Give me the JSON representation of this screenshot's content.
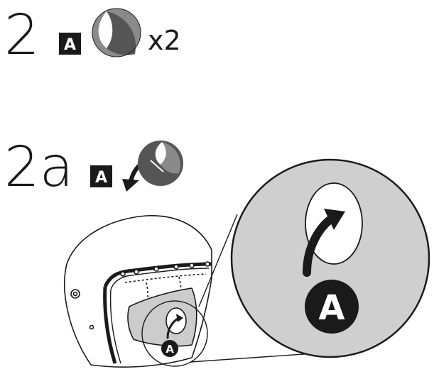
{
  "step_2": {
    "number": "2",
    "part_label": "A",
    "quantity": "x2",
    "part_icon": "pad-disc-icon"
  },
  "step_2a": {
    "number": "2a",
    "part_label": "A",
    "part_icon": "pad-disc-icon",
    "action_icon": "curved-arrow-icon"
  },
  "illustration": {
    "helmet_icon": "open-face-helmet-icon",
    "small_callout_label": "A",
    "zoom_callout_label": "A"
  },
  "colors": {
    "ink": "#1a1a1a",
    "pad_light": "#cccccc",
    "pad_mid": "#8a8a8a",
    "pad_dark": "#555555",
    "zoom_fill": "#cfcfcf",
    "white": "#ffffff"
  }
}
